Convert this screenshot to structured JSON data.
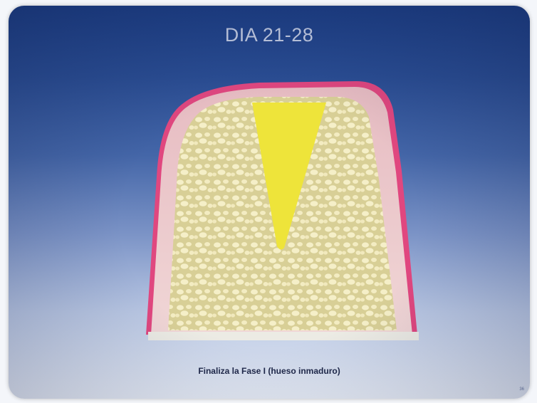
{
  "slide": {
    "title": "DIA 21-28",
    "caption": "Finaliza la Fase I (hueso inmaduro)",
    "page_number": "36"
  },
  "illustration": {
    "description_icon": "bone-cross-section-icon",
    "colors": {
      "outer_border": "#e0477f",
      "soft_tissue": "#e9c4c7",
      "woven_bone": "#d8cf96",
      "marrow_spaces": "#f5efc8",
      "osteoid_wedge": "#eee43a",
      "background_top": "#1d3f86",
      "background_bottom": "#e8edf6"
    }
  }
}
